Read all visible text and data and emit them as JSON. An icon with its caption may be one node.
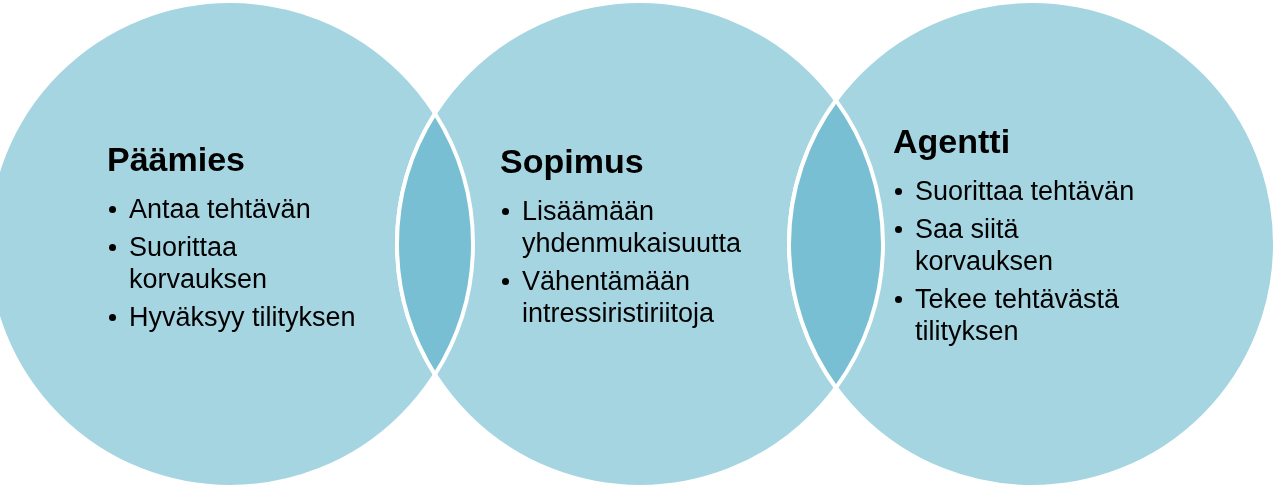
{
  "diagram": {
    "nodes": [
      {
        "text": [
          "Päämies",
          "Antaa tehtävän",
          "Suorittaa korvauksen",
          "Hyväksyy tilityksen"
        ]
      },
      {
        "text": [
          "Sopimus",
          "Lisäämään yhdenmukaisuutta",
          "Vähentämään intressiristiriitoja"
        ]
      },
      {
        "text": [
          "Agentti",
          "Suorittaa tehtävän",
          "Saa siitä korvauksen",
          "Tekee tehtävästä tilityksen"
        ]
      }
    ],
    "edges": []
  }
}
